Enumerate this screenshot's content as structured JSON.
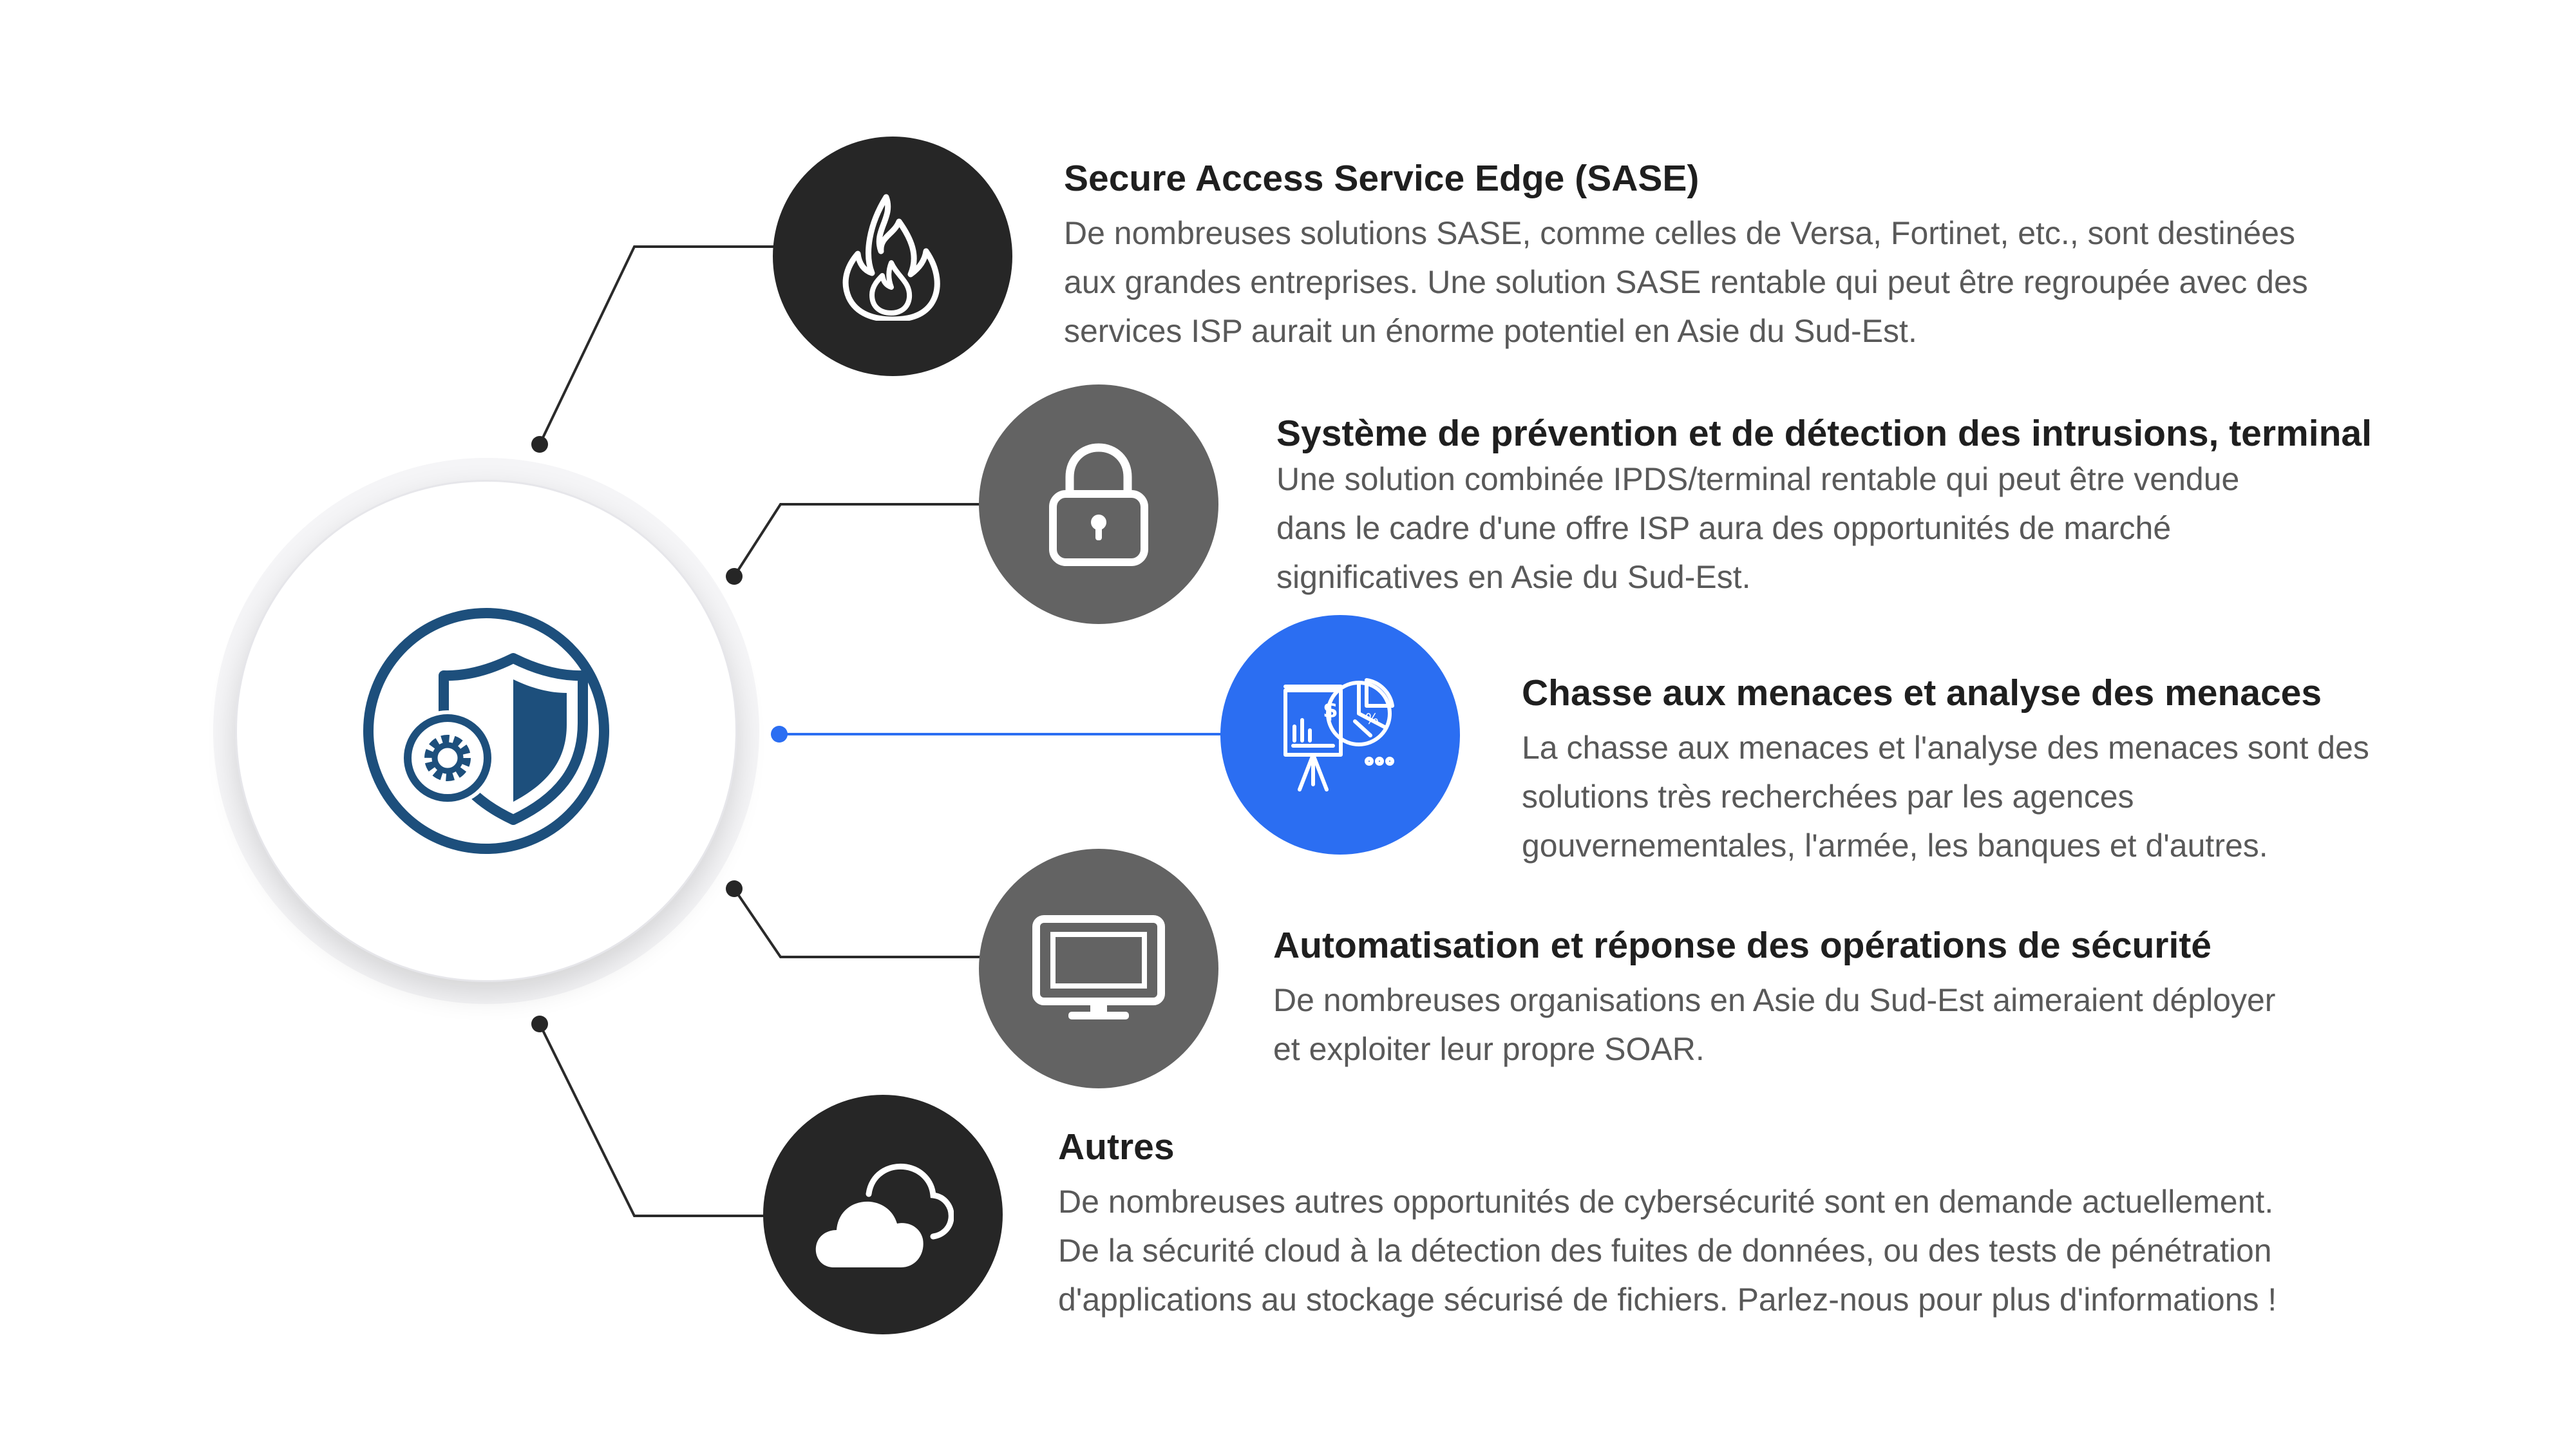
{
  "colors": {
    "dark": "#262626",
    "grey": "#636363",
    "blue": "#2b6ef2",
    "navy": "#1d4f7c",
    "line": "#2a2a2a"
  },
  "center": {
    "icon": "shield-gear-icon"
  },
  "items": [
    {
      "icon": "flame-icon",
      "title": "Secure Access Service Edge (SASE)",
      "lines": [
        "De nombreuses solutions SASE, comme celles de Versa, Fortinet, etc., sont destinées",
        "aux grandes entreprises. Une solution SASE rentable qui peut être regroupée avec des",
        "services ISP aurait un énorme potentiel en Asie du Sud-Est."
      ]
    },
    {
      "icon": "padlock-icon",
      "title": "Système de prévention et de détection des intrusions, terminal",
      "lines": [
        "Une solution combinée IPDS/terminal rentable qui peut être vendue",
        "dans le cadre d'une offre ISP aura des opportunités de marché",
        "significatives en Asie du Sud-Est."
      ]
    },
    {
      "icon": "presentation-chart-icon",
      "title": "Chasse aux menaces et analyse des menaces",
      "lines": [
        "La chasse aux menaces et l'analyse des menaces sont des",
        "solutions très recherchées par les agences",
        "gouvernementales, l'armée, les banques et d'autres."
      ]
    },
    {
      "icon": "monitor-icon",
      "title": "Automatisation et réponse des opérations de sécurité",
      "lines": [
        "De nombreuses organisations en Asie du Sud-Est aimeraient déployer",
        "et exploiter leur propre SOAR."
      ]
    },
    {
      "icon": "cloud-icon",
      "title": "Autres",
      "lines": [
        "De nombreuses autres opportunités de cybersécurité sont en demande actuellement.",
        "De la sécurité cloud à la détection des fuites de données, ou des tests de pénétration",
        "d'applications au stockage sécurisé de fichiers. Parlez-nous pour plus d'informations !"
      ]
    }
  ]
}
